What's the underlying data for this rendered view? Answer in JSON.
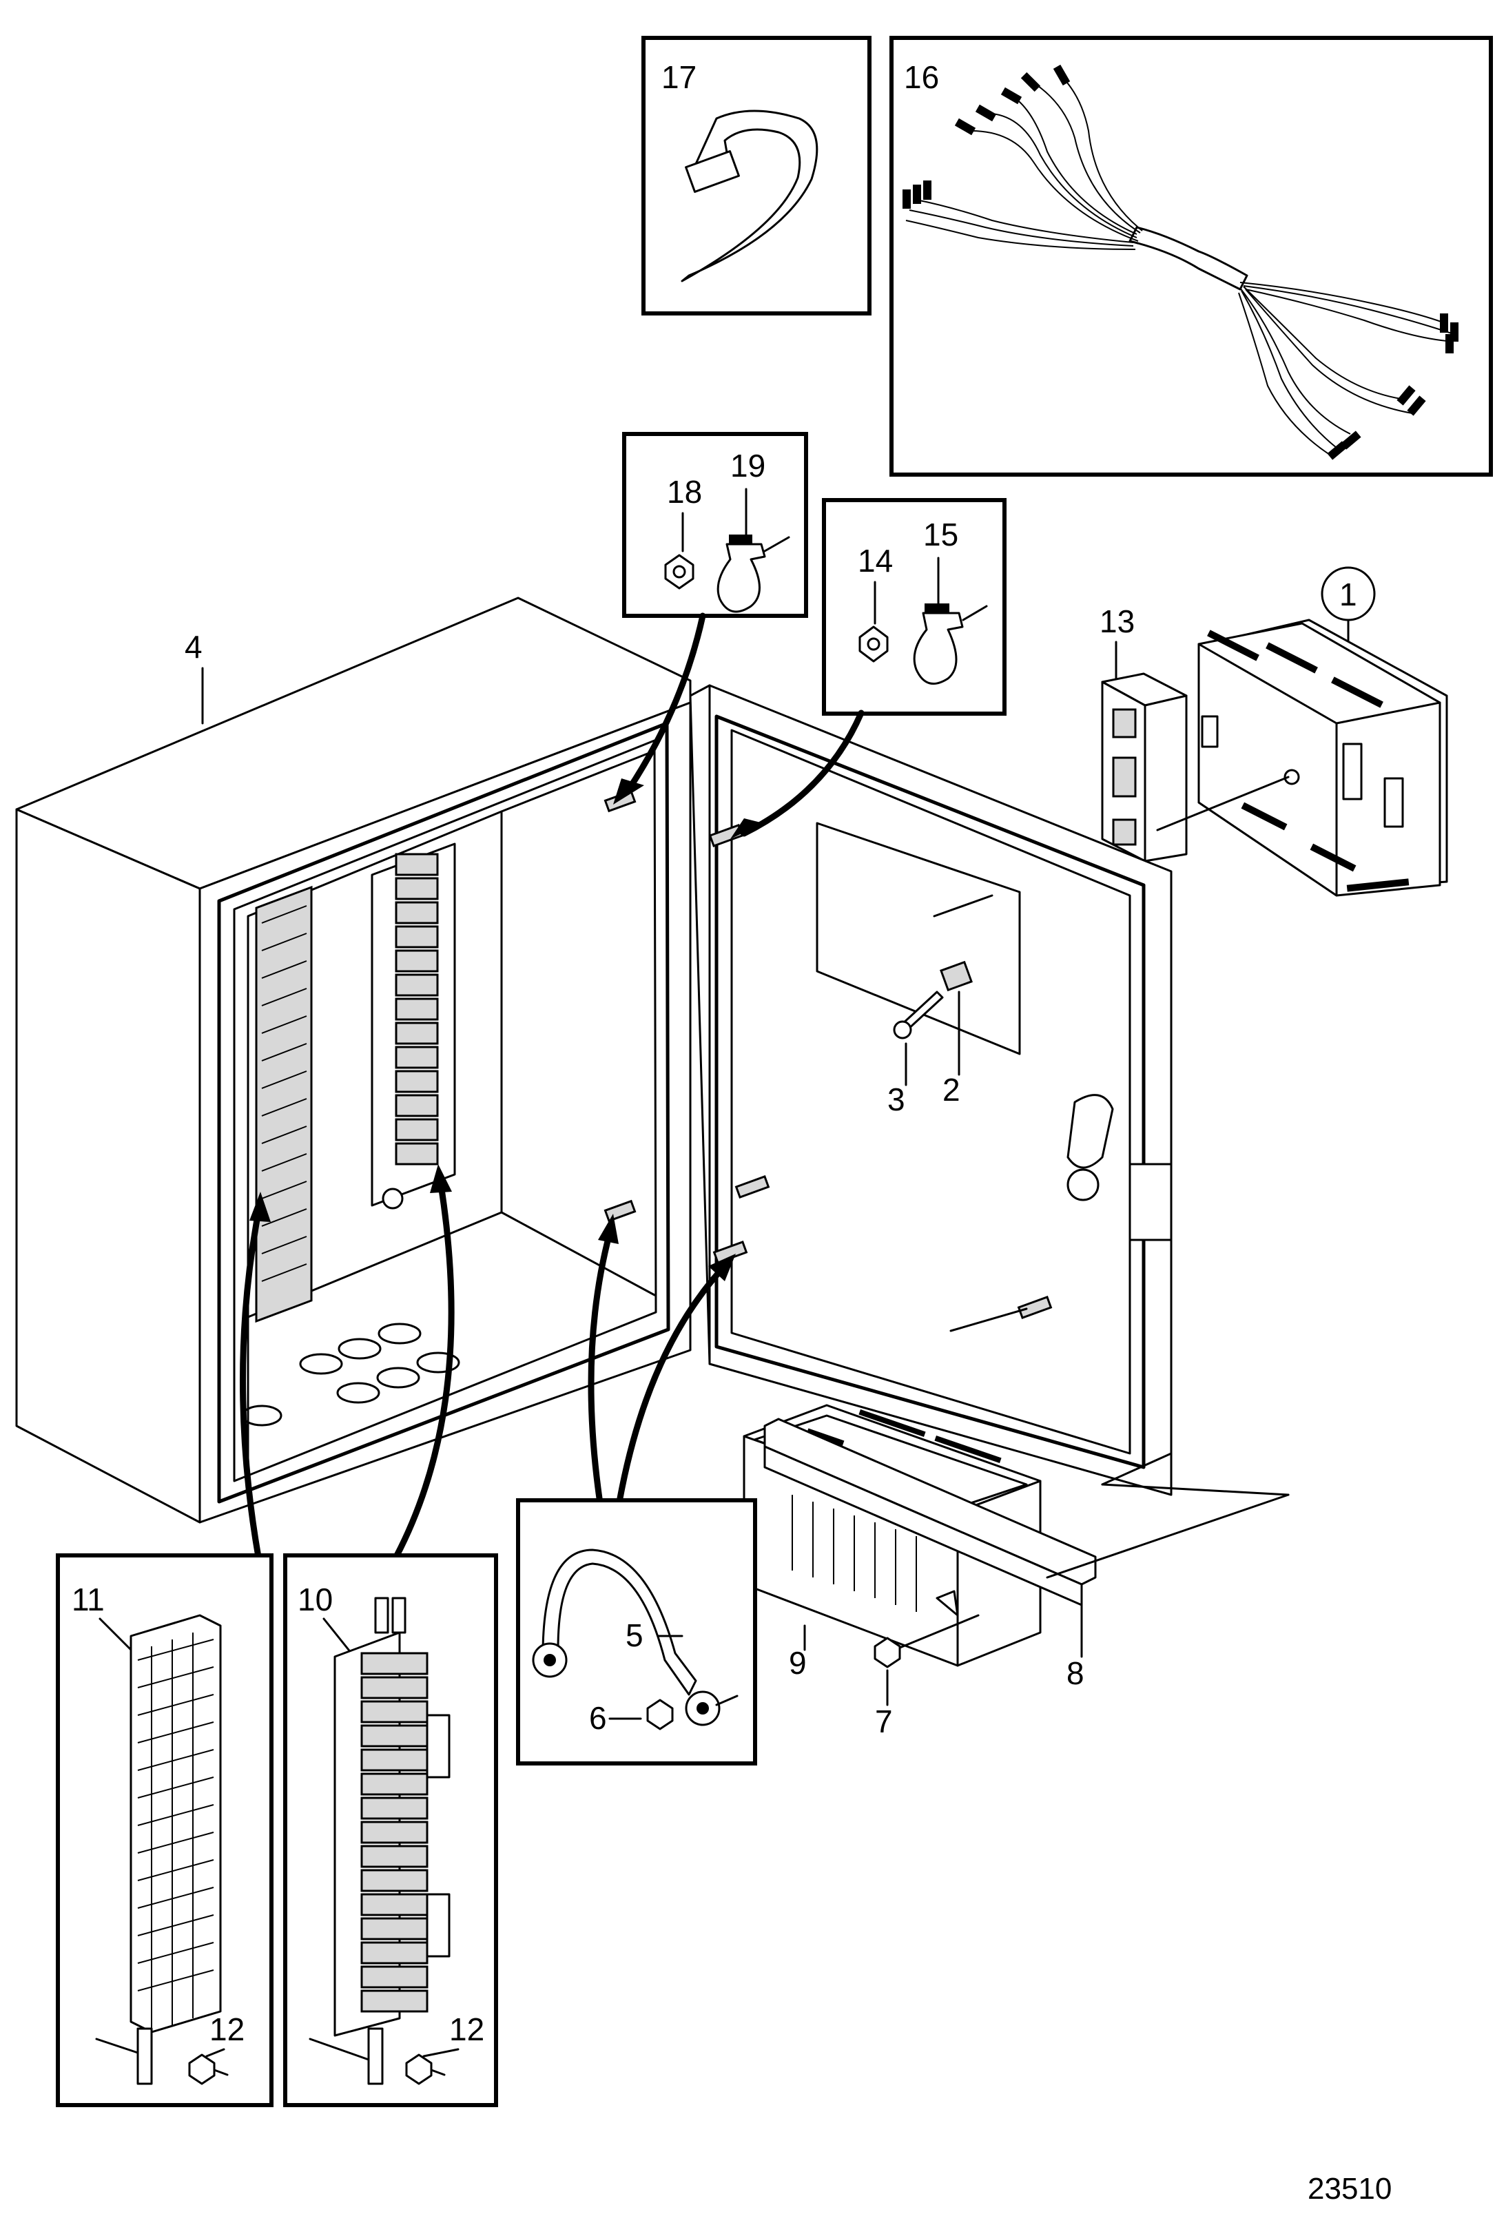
{
  "figure_ref": "23510",
  "labels": {
    "l1": "1",
    "l2": "2",
    "l3": "3",
    "l4": "4",
    "l5": "5",
    "l6": "6",
    "l7": "7",
    "l8": "8",
    "l9": "9",
    "l10": "10",
    "l11": "11",
    "l12a": "12",
    "l12b": "12",
    "l13": "13",
    "l14": "14",
    "l15": "15",
    "l16": "16",
    "l17": "17",
    "l18": "18",
    "l19": "19"
  },
  "colors": {
    "line": "#000000",
    "background": "#ffffff",
    "shade": "#d8d8d8"
  }
}
